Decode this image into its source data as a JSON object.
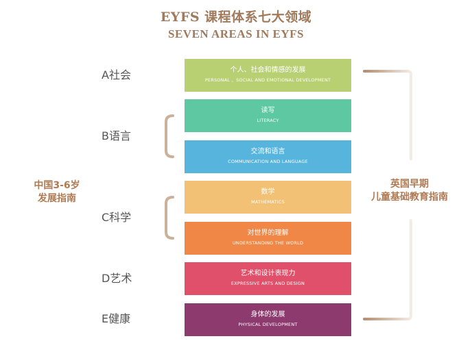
{
  "title": {
    "cn": "EYFS 课程体系七大领域",
    "en": "SEVEN AREAS IN EYFS"
  },
  "left_label": [
    "中国3-6岁",
    "发展指南"
  ],
  "right_label": [
    "英国早期",
    "儿童基础教育指南"
  ],
  "areas": [
    {
      "label": "A社会"
    },
    {
      "label": "B语言"
    },
    {
      "label": "C科学"
    },
    {
      "label": "D艺术"
    },
    {
      "label": "E健康"
    }
  ],
  "boxes": [
    {
      "cn": "个人、社会和情感的发展",
      "en": "PERSONAL 、SOCIAL AND EMOTIONAL DEVELOPMENT",
      "color": "#b8cf72"
    },
    {
      "cn": "读写",
      "en": "LITERACY",
      "color": "#5ec8a2"
    },
    {
      "cn": "交流和语言",
      "en": "COMMUNICATION AND LANGUAGE",
      "color": "#56b4dd"
    },
    {
      "cn": "数学",
      "en": "MATHEMATICS",
      "color": "#f2c175"
    },
    {
      "cn": "对世界的理解",
      "en": "UNDERSTANDING THE WORLD",
      "color": "#f08746"
    },
    {
      "cn": "艺术和设计表现力",
      "en": "EXPRESSIVE ARTS AND DESIGN",
      "color": "#e0506a"
    },
    {
      "cn": "身体的发展",
      "en": "PHYSICAL DEVELOPMENT",
      "color": "#8d3a6e"
    }
  ],
  "colors": {
    "accent": "#a07a5c",
    "line": "#c9a98d"
  }
}
